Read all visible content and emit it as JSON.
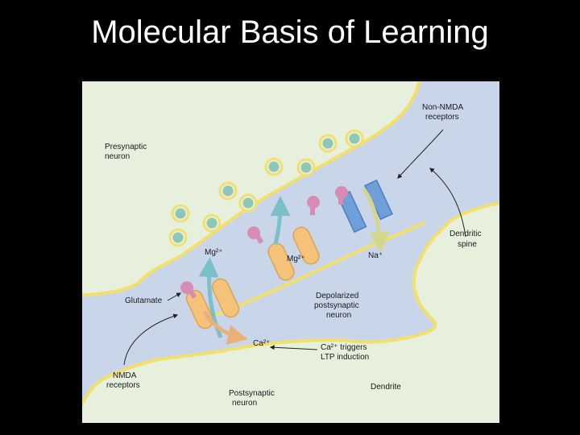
{
  "slide": {
    "title": "Molecular Basis of Learning"
  },
  "figure": {
    "labels": {
      "presynaptic_line1": "Presynaptic",
      "presynaptic_line2": "neuron",
      "non_nmda_line1": "Non-NMDA",
      "non_nmda_line2": "receptors",
      "mg_left": "Mg²⁺",
      "mg_mid": "Mg²⁺",
      "na": "Na⁺",
      "dendritic_line1": "Dendritic",
      "dendritic_line2": "spine",
      "glutamate": "Glutamate",
      "depolarized_line1": "Depolarized",
      "depolarized_line2": "postsynaptic",
      "depolarized_line3": "neuron",
      "ca": "Ca²⁺",
      "ca_triggers_line1": "Ca²⁺ triggers",
      "ca_triggers_line2": "LTP induction",
      "nmda_line1": "NMDA",
      "nmda_line2": "receptors",
      "dendrite": "Dendrite",
      "postsynaptic_line1": "Postsynaptic",
      "postsynaptic_line2": "neuron"
    },
    "colors": {
      "background": "#c9d6e9",
      "cytoplasm": "#e7f0dc",
      "membrane": "#f3e06a",
      "vesicle": "#8fc7b7",
      "glutamate": "#d98cb3",
      "nmda_receptor": "#f4c278",
      "non_nmda_receptor": "#6f9fd8",
      "mg_arrow": "#7bbfc8",
      "ca_arrow": "#eab07a",
      "na_arrow": "#d6d68a"
    }
  }
}
